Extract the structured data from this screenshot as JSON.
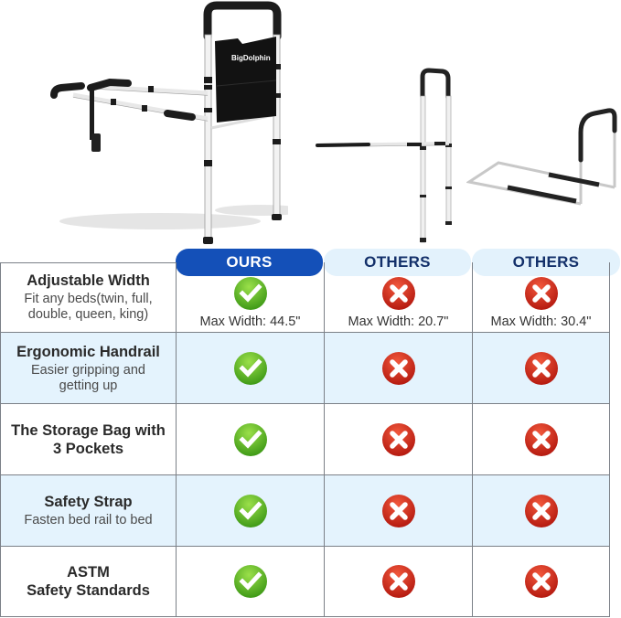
{
  "products": {
    "ours": {
      "brand_label": "BigDolphin",
      "description": "bed rail with storage bag"
    },
    "others_1": {
      "description": "bed assist rail, competitor 1"
    },
    "others_2": {
      "description": "bed assist rail, competitor 2"
    }
  },
  "table": {
    "columns": [
      {
        "label": "OURS",
        "style": "highlight",
        "bg": "#1450b8",
        "fg": "#ffffff"
      },
      {
        "label": "OTHERS",
        "style": "muted",
        "bg": "#e3f2fc",
        "fg": "#13306a"
      },
      {
        "label": "OTHERS",
        "style": "muted",
        "bg": "#e3f2fc",
        "fg": "#13306a"
      }
    ],
    "rows": [
      {
        "title": "Adjustable Width",
        "subtitle_lines": [
          "Fit any beds(twin, full,",
          "double, queen, king)"
        ],
        "values": [
          "check",
          "cross",
          "cross"
        ],
        "notes": [
          "Max Width: 44.5\"",
          "Max Width: 20.7\"",
          "Max Width: 30.4\""
        ],
        "shaded": false
      },
      {
        "title": "Ergonomic Handrail",
        "subtitle_lines": [
          "Easier gripping and",
          "getting up"
        ],
        "values": [
          "check",
          "cross",
          "cross"
        ],
        "shaded": true
      },
      {
        "title_lines": [
          "The Storage Bag with",
          "3 Pockets"
        ],
        "values": [
          "check",
          "cross",
          "cross"
        ],
        "shaded": false
      },
      {
        "title": "Safety Strap",
        "subtitle_lines": [
          "Fasten bed rail to bed"
        ],
        "values": [
          "check",
          "cross",
          "cross"
        ],
        "shaded": true
      },
      {
        "title_lines": [
          "ASTM",
          "Safety Standards"
        ],
        "values": [
          "check",
          "cross",
          "cross"
        ],
        "shaded": false
      }
    ]
  },
  "icons": {
    "check": {
      "name": "check-circle-icon",
      "color": "#5cb52a"
    },
    "cross": {
      "name": "x-circle-icon",
      "color": "#d9281a"
    }
  },
  "colors": {
    "row_shade": "#e4f3fd",
    "grid_line": "#7b8087",
    "ours_pill": "#1450b8",
    "others_pill": "#e3f2fc"
  }
}
